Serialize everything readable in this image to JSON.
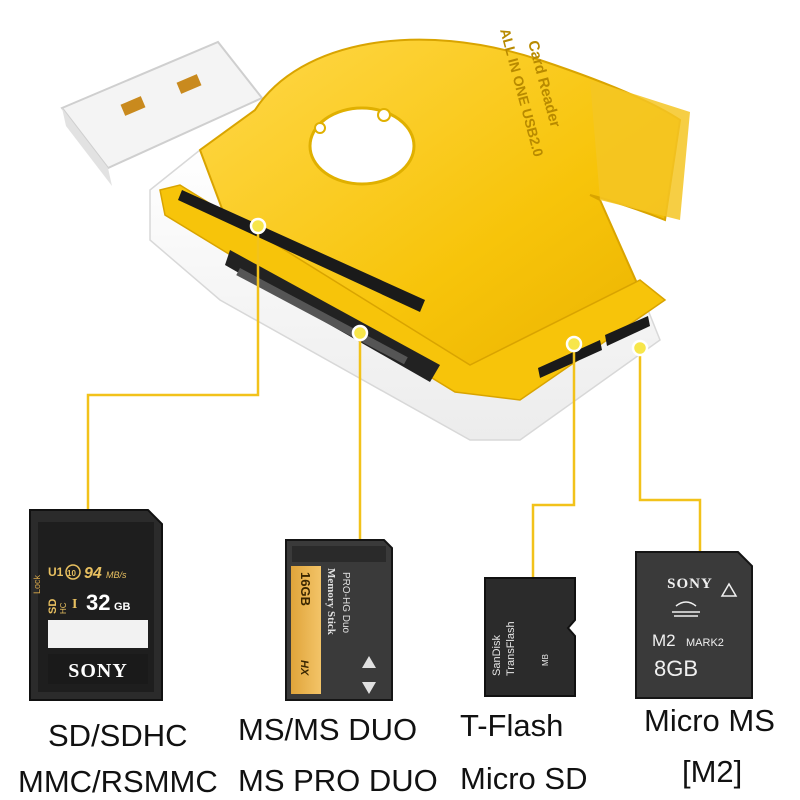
{
  "reader": {
    "top_print": "ALL IN ONE USB2.0",
    "brand_print": "Card Reader",
    "color": "#f7c40a"
  },
  "cards": {
    "sd": {
      "speed": "94",
      "speed_unit": "MB/s",
      "uhs": "U1",
      "class": "10",
      "capacity": "32",
      "capacity_unit": "GB",
      "type": "SD",
      "type2": "HC",
      "roman": "I",
      "lock": "Lock",
      "brand": "SONY"
    },
    "ms_duo": {
      "capacity": "16GB",
      "brand": "Memory Stick",
      "type": "PRO-HG Duo",
      "hx": "HX"
    },
    "microsd": {
      "brand": "SanDisk",
      "name": "TransFlash",
      "mb": "MB"
    },
    "m2": {
      "brand": "SONY",
      "model": "M2",
      "mark": "MARK2",
      "capacity": "8GB"
    }
  },
  "labels": {
    "sd": [
      "SD/SDHC",
      "MMC/RSMMC"
    ],
    "ms": [
      "MS/MS DUO",
      "MS PRO DUO"
    ],
    "tf": [
      "T-Flash",
      "Micro SD"
    ],
    "m2": [
      "Micro MS",
      "[M2]"
    ]
  },
  "colors": {
    "accent_yellow": "#f7c40a",
    "line_yellow": "#f2c21a",
    "card_dark": "#2b2b2b"
  }
}
